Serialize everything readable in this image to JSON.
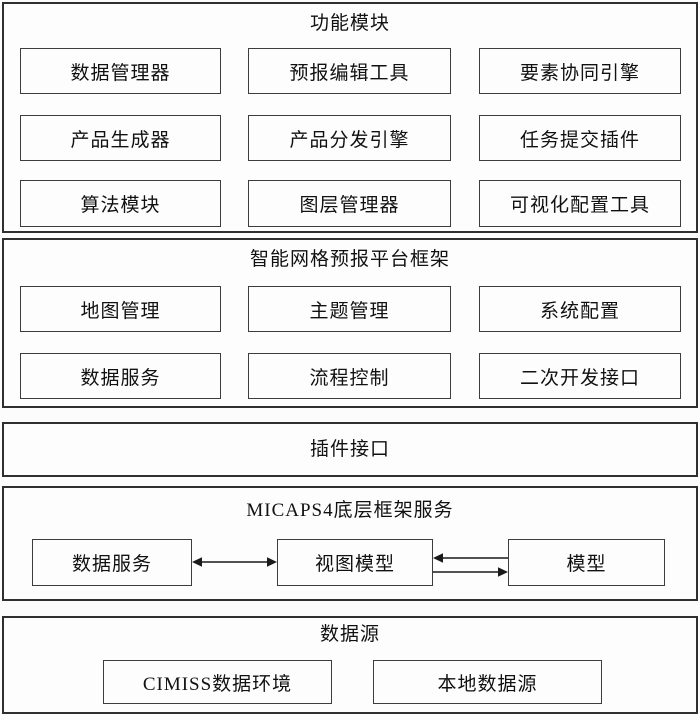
{
  "diagram": {
    "layers": [
      {
        "id": "function-modules",
        "title": "功能模块",
        "items": [
          "数据管理器",
          "预报编辑工具",
          "要素协同引擎",
          "产品生成器",
          "产品分发引擎",
          "任务提交插件",
          "算法模块",
          "图层管理器",
          "可视化配置工具"
        ]
      },
      {
        "id": "smart-grid-forecast-platform",
        "title": "智能网格预报平台框架",
        "items": [
          "地图管理",
          "主题管理",
          "系统配置",
          "数据服务",
          "流程控制",
          "二次开发接口"
        ]
      },
      {
        "id": "plugin-interface",
        "title": "插件接口",
        "items": []
      },
      {
        "id": "micaps4-base-framework",
        "title": "MICAPS4底层框架服务",
        "items": [
          "数据服务",
          "视图模型",
          "模型"
        ]
      },
      {
        "id": "data-sources",
        "title": "数据源",
        "items": [
          "CIMISS数据环境",
          "本地数据源"
        ]
      }
    ],
    "connections": [
      {
        "from": "数据服务",
        "to": "视图模型",
        "style": "double-headed"
      },
      {
        "from": "模型",
        "to": "视图模型",
        "style": "single-headed"
      },
      {
        "from": "视图模型",
        "to": "模型",
        "style": "single-headed"
      }
    ]
  },
  "colors": {
    "layer_border": "#2f2f2f",
    "box_border": "#3d3d3d",
    "text": "#111111",
    "arrow": "#1a1a1a",
    "background": "#fcfcfc"
  }
}
